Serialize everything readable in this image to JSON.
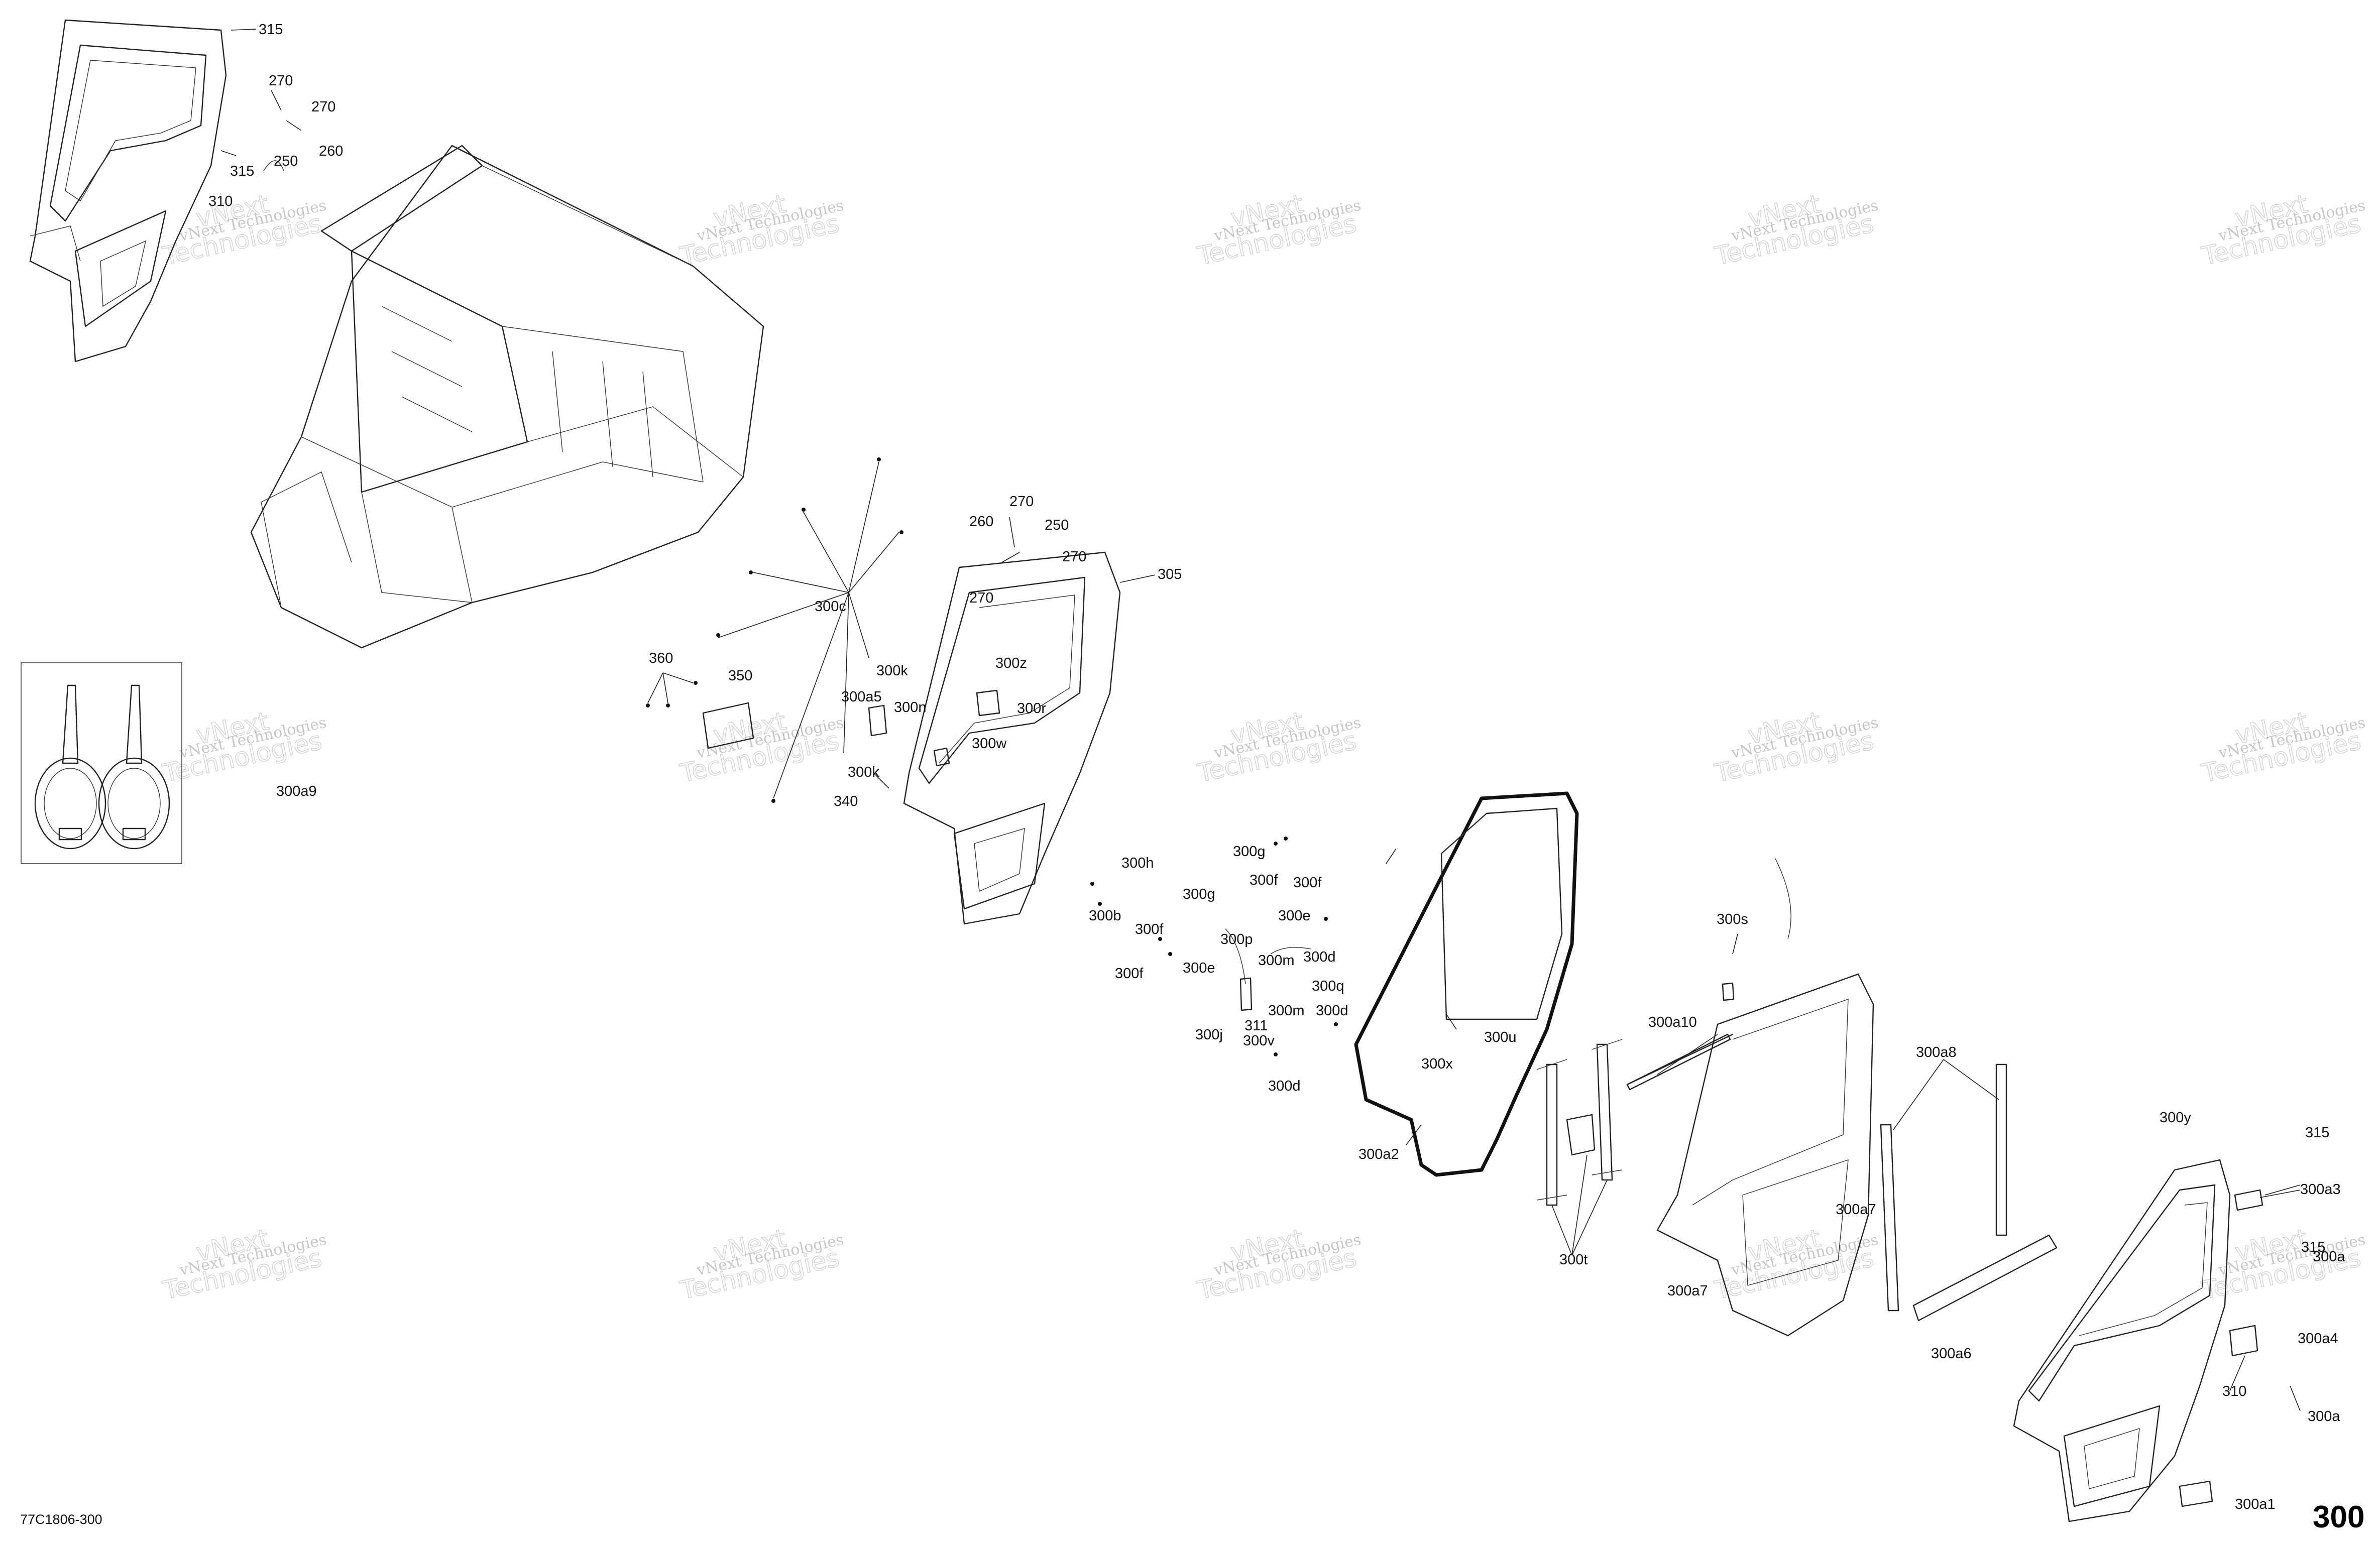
{
  "watermark": {
    "line1": "vNext Technologies",
    "line2": "vNext",
    "line3": "Technologies"
  },
  "drawing_code": "77C1806-300",
  "page_number": "300",
  "callouts": {
    "c315_top": "315",
    "c270_a": "270",
    "c270_b": "270",
    "c250_a": "250",
    "c260_a": "260",
    "c315_b": "315",
    "c310_a": "310",
    "c300a9": "300a9",
    "c360": "360",
    "c350": "350",
    "c300c": "300c",
    "c300k_a": "300k",
    "c300a5": "300a5",
    "c300n": "300n",
    "c300k_b": "300k",
    "c340": "340",
    "c270_c": "270",
    "c260_b": "260",
    "c250_b": "250",
    "c270_d": "270",
    "c270_e": "270",
    "c305": "305",
    "c300z": "300z",
    "c300r": "300r",
    "c300w": "300w",
    "c300h": "300h",
    "c300g_a": "300g",
    "c300b": "300b",
    "c300f_a": "300f",
    "c300f_b": "300f",
    "c300e_a": "300e",
    "c300g_b": "300g",
    "c300f_c": "300f",
    "c300f_d": "300f",
    "c300e_b": "300e",
    "c300p": "300p",
    "c300m_a": "300m",
    "c300d_a": "300d",
    "c300q": "300q",
    "c300m_b": "300m",
    "c300d_b": "300d",
    "c311": "311",
    "c300v": "300v",
    "c300j": "300j",
    "c300d_c": "300d",
    "c300u": "300u",
    "c300x": "300x",
    "c300a2": "300a2",
    "c300s": "300s",
    "c300a10": "300a10",
    "c300t": "300t",
    "c300a7_a": "300a7",
    "c300a7_b": "300a7",
    "c300a8": "300a8",
    "c300a6": "300a6",
    "c300y": "300y",
    "c315_c": "315",
    "c300a3": "300a3",
    "c300a_a": "300a",
    "c315_d": "315",
    "c300a4": "300a4",
    "c310_b": "310",
    "c300a_b": "300a",
    "c300a1": "300a1"
  }
}
